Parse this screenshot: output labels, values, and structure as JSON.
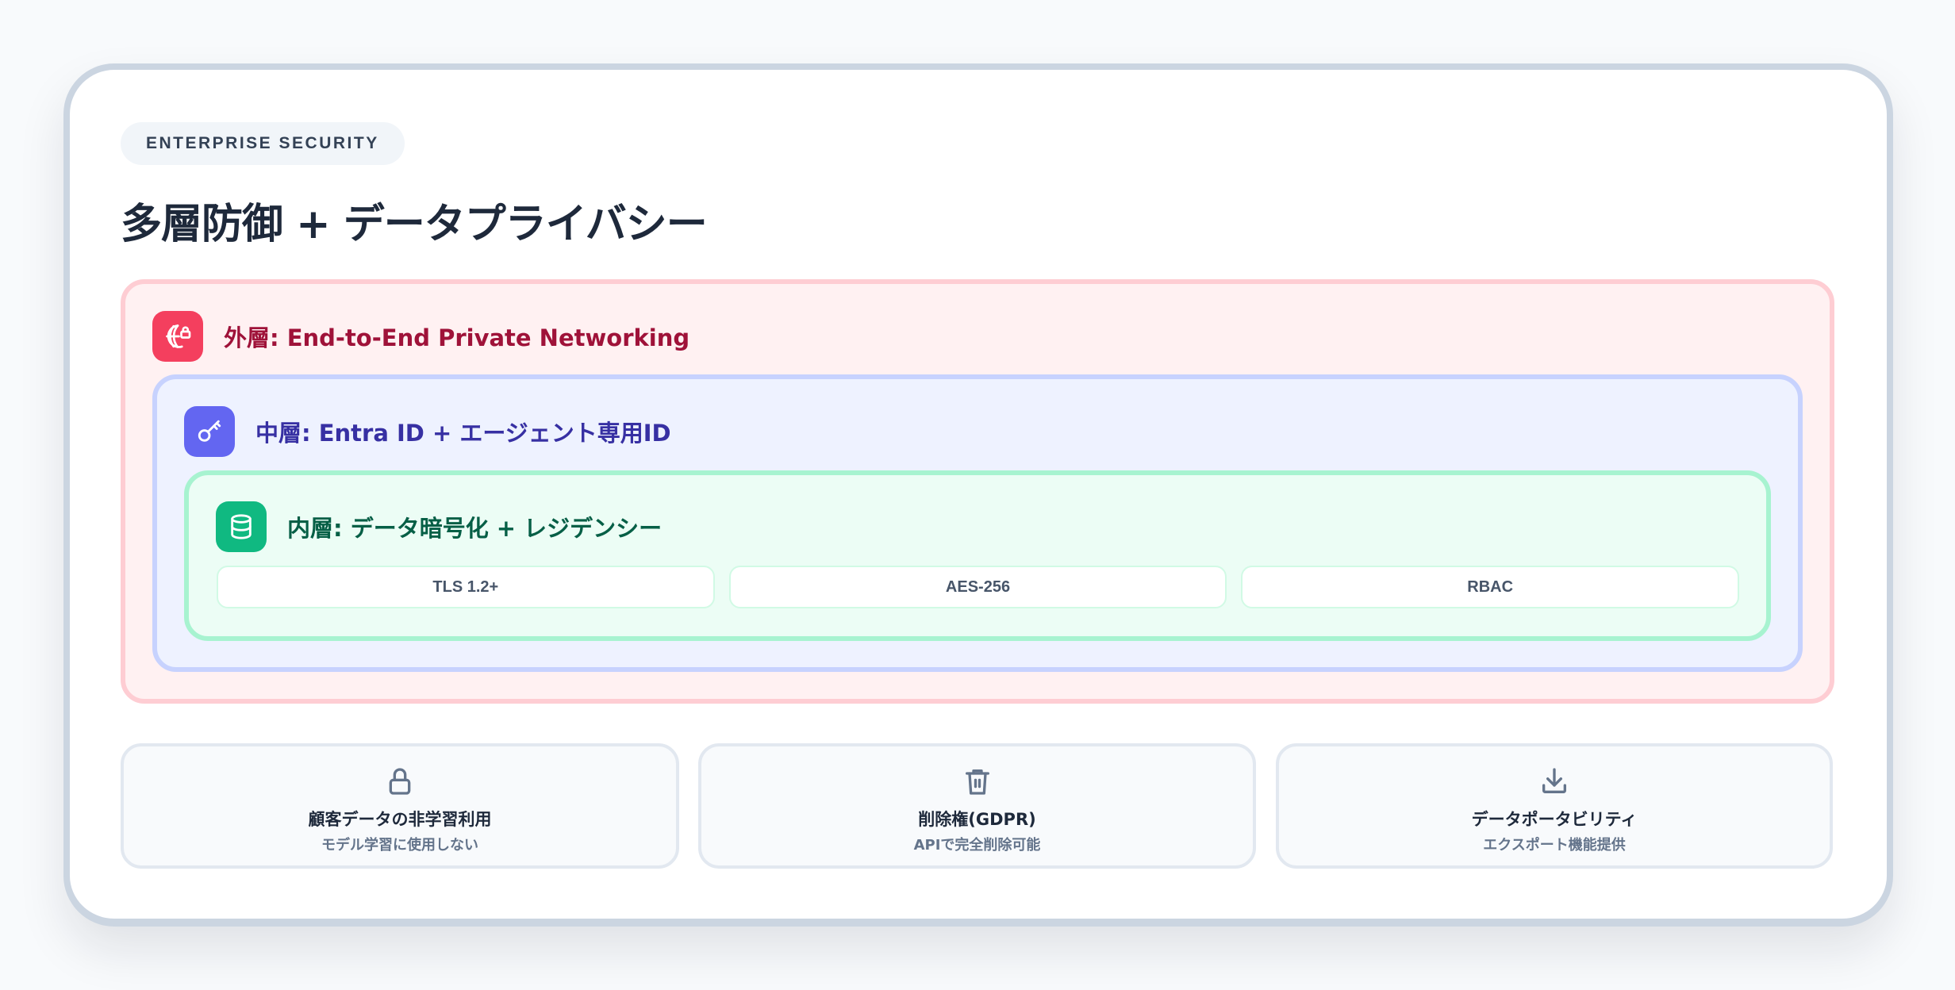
{
  "header": {
    "badge": "ENTERPRISE SECURITY",
    "title": "多層防御 + データプライバシー"
  },
  "layers": {
    "outer": {
      "title": "外層: End-to-End Private Networking",
      "icon": "globe-lock-icon",
      "icon_color": "#f43f5e",
      "text_color": "#9f1239"
    },
    "middle": {
      "title": "中層: Entra ID + エージェント専用ID",
      "icon": "key-icon",
      "icon_color": "#6366f1",
      "text_color": "#3730a3"
    },
    "inner": {
      "title": "内層: データ暗号化 + レジデンシー",
      "icon": "database-icon",
      "icon_color": "#10b981",
      "text_color": "#065f46",
      "chips": [
        "TLS 1.2+",
        "AES-256",
        "RBAC"
      ]
    }
  },
  "features": [
    {
      "icon": "lock-icon",
      "title": "顧客データの非学習利用",
      "subtitle": "モデル学習に使用しない"
    },
    {
      "icon": "trash-icon",
      "title": "削除権(GDPR)",
      "subtitle": "APIで完全削除可能"
    },
    {
      "icon": "download-icon",
      "title": "データポータビリティ",
      "subtitle": "エクスポート機能提供"
    }
  ]
}
